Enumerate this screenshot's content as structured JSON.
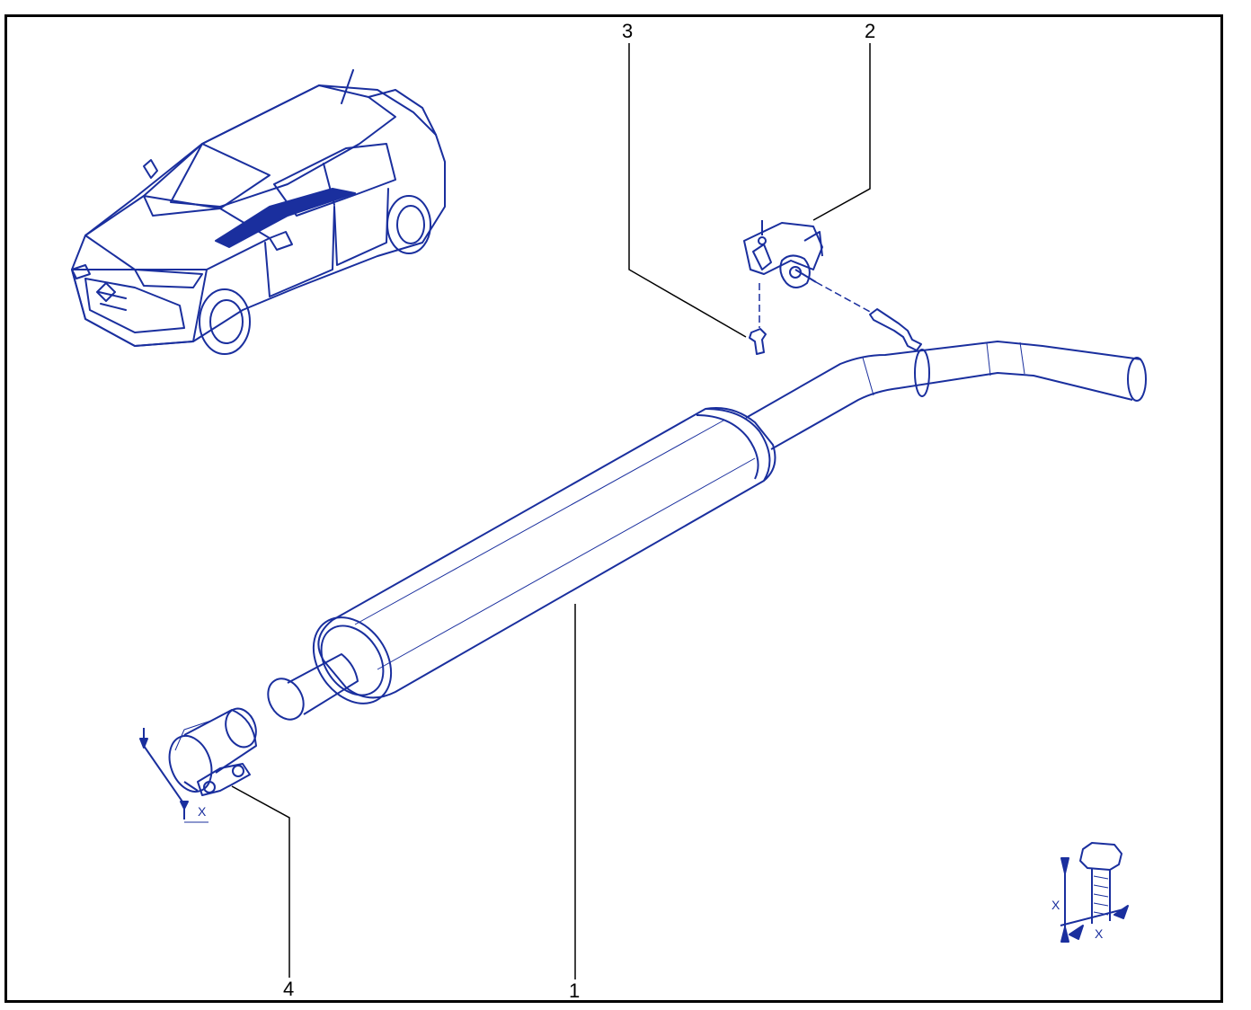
{
  "diagram": {
    "callouts": {
      "part_1": "1",
      "part_2": "2",
      "part_3": "3",
      "part_4": "4"
    },
    "clamp_dimension_label": "X",
    "bolt_dimension_label_a": "X",
    "bolt_dimension_label_b": "X",
    "colors": {
      "drawing": "#1a2f9e",
      "drawing_light": "#4455c0",
      "leader": "#000000",
      "frame": "#000000"
    }
  }
}
